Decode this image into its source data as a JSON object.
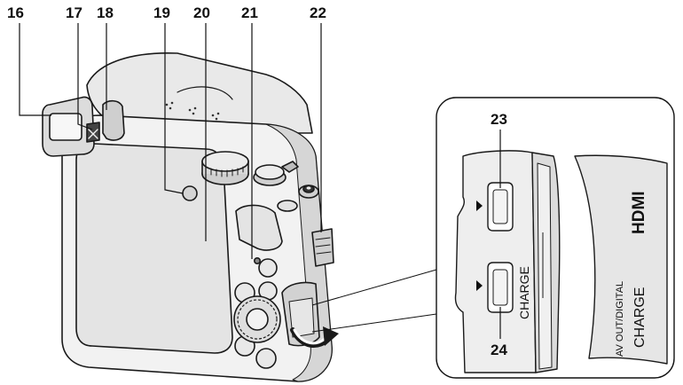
{
  "callouts": {
    "c16": "16",
    "c17": "17",
    "c18": "18",
    "c19": "19",
    "c20": "20",
    "c21": "21",
    "c22": "22",
    "c23": "23",
    "c24": "24"
  },
  "inset": {
    "charge_label": "CHARGE",
    "door_label_top": "AV OUT/DIGITAL",
    "door_label_bottom": "CHARGE",
    "hdmi_logo": "HDMI"
  },
  "colors": {
    "outline": "#1a1a1a",
    "body_light": "#eeeeee",
    "body_mid": "#d9d9d9",
    "body_dark": "#bdbdbd",
    "screen": "#e6e6e6"
  }
}
